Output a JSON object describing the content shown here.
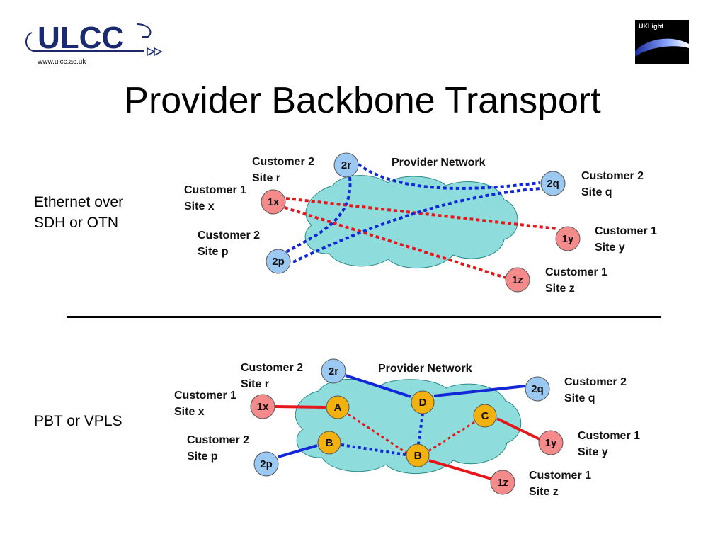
{
  "header": {
    "title": "Provider Backbone Transport",
    "logo_text": "ULCC",
    "logo_url_text": "www.ulcc.ac.uk",
    "uklight_text": "UKLight"
  },
  "sections": [
    {
      "label_line1": "Ethernet over",
      "label_line2": "SDH or OTN",
      "network_label": "Provider Network",
      "nodes": {
        "2r": "2r",
        "2q": "2q",
        "1x": "1x",
        "1y": "1y",
        "2p": "2p",
        "1z": "1z"
      },
      "sites": {
        "c2r_l1": "Customer 2",
        "c2r_l2": "Site r",
        "c1x_l1": "Customer 1",
        "c1x_l2": "Site x",
        "c2p_l1": "Customer 2",
        "c2p_l2": "Site p",
        "c2q_l1": "Customer 2",
        "c2q_l2": "Site q",
        "c1y_l1": "Customer 1",
        "c1y_l2": "Site y",
        "c1z_l1": "Customer 1",
        "c1z_l2": "Site z"
      }
    },
    {
      "label": "PBT or VPLS",
      "network_label": "Provider Network",
      "nodes": {
        "2r": "2r",
        "2q": "2q",
        "1x": "1x",
        "1y": "1y",
        "2p": "2p",
        "1z": "1z",
        "A": "A",
        "B1": "B",
        "B2": "B",
        "C": "C",
        "D": "D"
      },
      "sites": {
        "c2r_l1": "Customer 2",
        "c2r_l2": "Site r",
        "c1x_l1": "Customer 1",
        "c1x_l2": "Site x",
        "c2p_l1": "Customer 2",
        "c2p_l2": "Site p",
        "c2q_l1": "Customer 2",
        "c2q_l2": "Site q",
        "c1y_l1": "Customer 1",
        "c1y_l2": "Site y",
        "c1z_l1": "Customer 1",
        "c1z_l2": "Site z"
      }
    }
  ],
  "colors": {
    "cloud": "#8fdcdc",
    "customer1_node": "#f58a8a",
    "customer2_node": "#9cc9f2",
    "provider_node": "#f2b10c",
    "red_line": "#e8161b",
    "blue_line": "#1228d8"
  }
}
